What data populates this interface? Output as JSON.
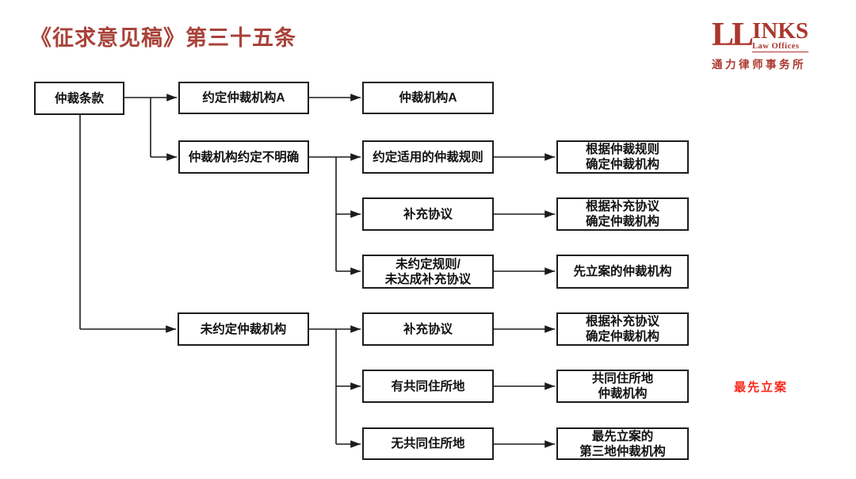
{
  "title": "《征求意见稿》第三十五条",
  "logo": {
    "ll": "LL",
    "inks": "INKS",
    "sub": "Law Offices",
    "chinese": "通力律师事务所"
  },
  "annotation": "最先立案",
  "colors": {
    "title_red": "#a8433a",
    "logo_red": "#ab362d",
    "annotation_red": "#fa281c",
    "line_black": "#1c1c1c"
  },
  "nodes": {
    "arbitration_clause": "仲裁条款",
    "agreed_institution_a": "约定仲裁机构A",
    "institution_a": "仲裁机构A",
    "institution_unclear": "仲裁机构约定不明确",
    "agreed_applicable_rules": "约定适用的仲裁规则",
    "determine_by_rules": "根据仲裁规则\n确定仲裁机构",
    "supplementary_agreement_1": "补充协议",
    "determine_by_supplement_1": "根据补充协议\n确定仲裁机构",
    "no_rules_no_supplement": "未约定规则/\n未达成补充协议",
    "first_filed_institution": "先立案的仲裁机构",
    "no_agreed_institution": "未约定仲裁机构",
    "supplementary_agreement_2": "补充协议",
    "determine_by_supplement_2": "根据补充协议\n确定仲裁机构",
    "common_domicile": "有共同住所地",
    "common_domicile_institution": "共同住所地\n仲裁机构",
    "no_common_domicile": "无共同住所地",
    "third_place_first_filed": "最先立案的\n第三地仲裁机构"
  }
}
